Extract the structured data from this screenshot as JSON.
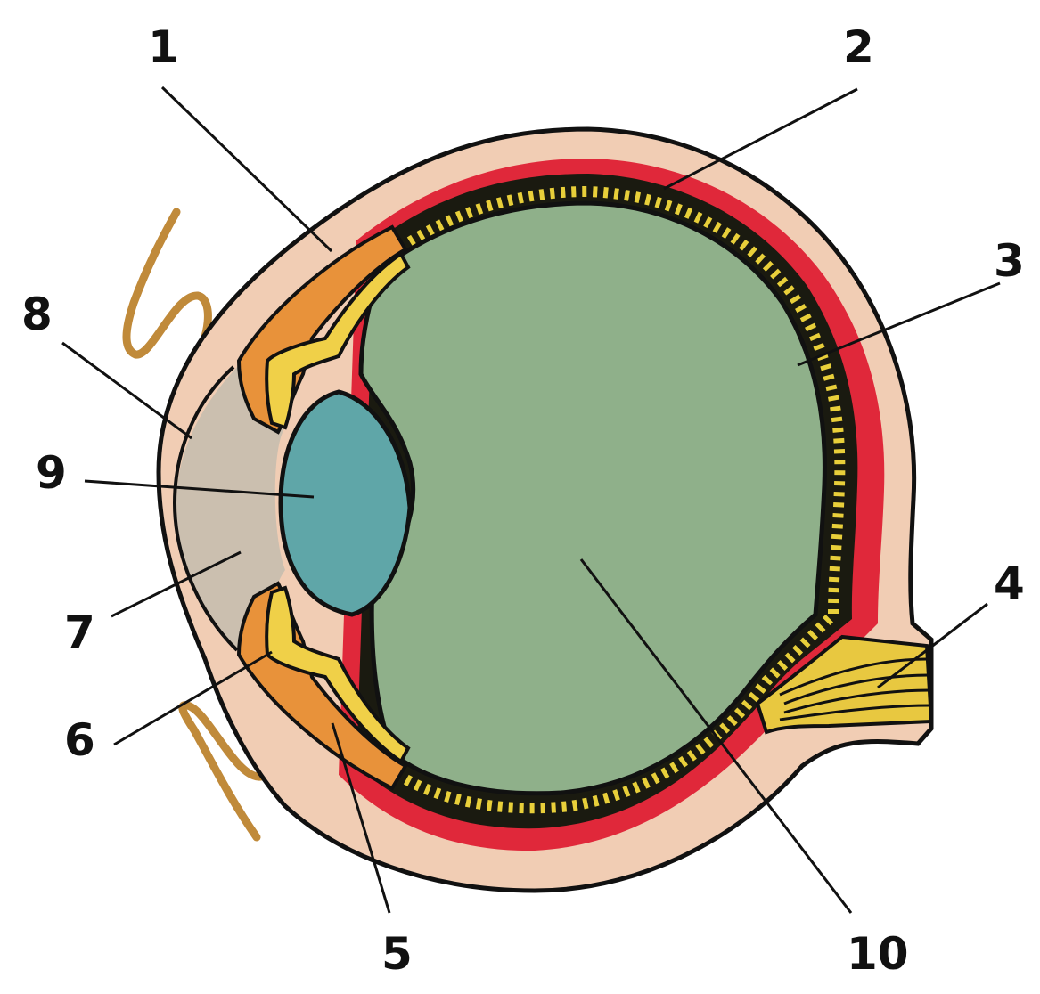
{
  "labels": {
    "l1": "1",
    "l2": "2",
    "l3": "3",
    "l4": "4",
    "l5": "5",
    "l6": "6",
    "l7": "7",
    "l8": "8",
    "l9": "9",
    "l10": "10"
  },
  "colors": {
    "sclera": "#f1cdb4",
    "choroid": "#e0283a",
    "retina_outline": "#1a1a10",
    "retina_stripes": "#e8cf3a",
    "vitreous": "#8fb08a",
    "lens": "#5fa6a8",
    "aqueous": "#cbbfaf",
    "ciliary": "#e8923a",
    "iris": "#f0d048",
    "eyelid": "#c08a3a",
    "optic_nerve": "#e8c840"
  }
}
